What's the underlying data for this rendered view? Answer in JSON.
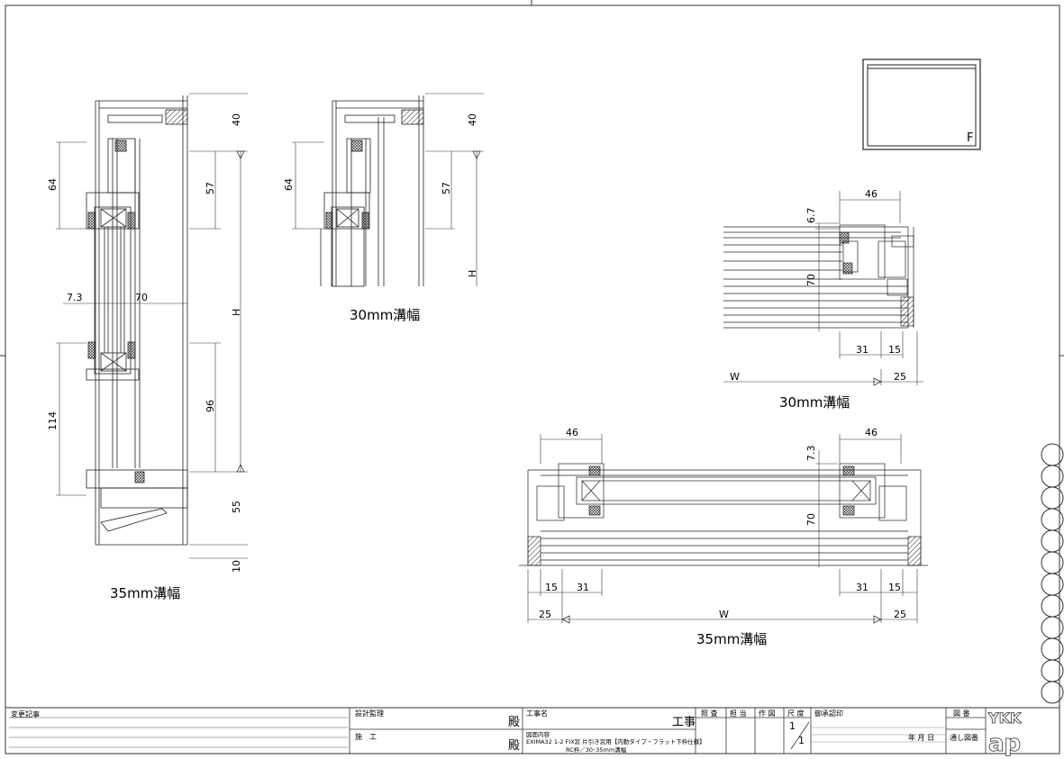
{
  "drawing": {
    "captions": {
      "vertical_35": "35mm溝幅",
      "vertical_30": "30mm溝幅",
      "plan_30": "30mm溝幅",
      "plan_35": "35mm溝幅"
    },
    "view_label": "F",
    "dimensions": {
      "v35_top": "40",
      "v35_57": "57",
      "v35_64": "64",
      "v35_73": "7.3",
      "v35_70": "70",
      "v35_H": "H",
      "v35_96": "96",
      "v35_114": "114",
      "v35_55": "55",
      "v35_10": "10",
      "v30_top": "40",
      "v30_57": "57",
      "v30_64": "64",
      "v30_H": "H",
      "p30_46": "46",
      "p30_67": "6.7",
      "p30_70": "70",
      "p30_31": "31",
      "p30_15": "15",
      "p30_W": "W",
      "p30_25": "25",
      "p35_46l": "46",
      "p35_46r": "46",
      "p35_73": "7.3",
      "p35_70": "70",
      "p35_15l": "15",
      "p35_31l": "31",
      "p35_31r": "31",
      "p35_15r": "15",
      "p35_25l": "25",
      "p35_W": "W",
      "p35_25r": "25"
    }
  },
  "title_block": {
    "revision_label": "変更記事",
    "supervision_label": "設計監理",
    "construction_label": "施　工",
    "honorific_1": "殿",
    "honorific_2": "殿",
    "project_label": "工事名",
    "project_suffix": "工事",
    "content_label": "図面内容",
    "content_line1": "EXIMA32 1-2 FIX窓 片引き窓用【内動タイプ・フラット下枠仕様】",
    "content_line2": "RC枠／30･35mm溝幅",
    "check_label": "照 査",
    "charge_label": "担 当",
    "draw_label": "作 図",
    "scale_label": "尺 度",
    "scale_value_top": "1",
    "scale_value_bottom": "1",
    "approval_label": "御承認印",
    "date_label": "年 月 日",
    "drawing_no_label": "図 番",
    "drawing_no_value": "通し図番",
    "logo_top": "YKK",
    "logo_bottom": "ap"
  }
}
